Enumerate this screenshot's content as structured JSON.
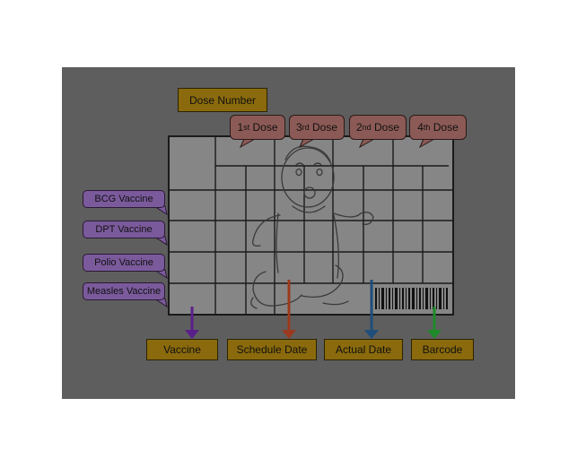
{
  "dose_number_label": "Dose Number",
  "doses": [
    {
      "num": "1",
      "sup": "st",
      "label": "Dose"
    },
    {
      "num": "3",
      "sup": "rd",
      "label": "Dose"
    },
    {
      "num": "2",
      "sup": "nd",
      "label": "Dose"
    },
    {
      "num": "4",
      "sup": "th",
      "label": "Dose"
    }
  ],
  "vaccines": [
    "BCG Vaccine",
    "DPT Vaccine",
    "Polio  Vaccine",
    "Measles  Vaccine"
  ],
  "bottom_labels": [
    "Vaccine",
    "Schedule Date",
    "Actual Date",
    "Barcode"
  ],
  "colors": {
    "panel": "#5e5e5e",
    "grid_bg": "#868686",
    "gold": "#8a6a0c",
    "dose_bubble": "#8c5a56",
    "vaccine_bubble": "#7b5a9c",
    "arrow_vaccine": "#5a1f8a",
    "arrow_schedule": "#9a3a1e",
    "arrow_actual": "#1f4e7a",
    "arrow_barcode": "#1f8a2a"
  },
  "icons": [
    "baby-illustration",
    "barcode-icon"
  ]
}
